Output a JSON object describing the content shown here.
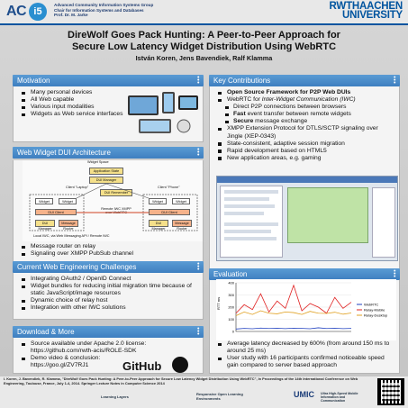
{
  "header": {
    "acis_text": "AC",
    "acis_badge": "i5",
    "group_lines": [
      "Advanced Community Information Systems Group",
      "Chair for Information Systems and Databases",
      "Prof. Dr. M. Jarke"
    ],
    "university_line1": "RWTHAACHEN",
    "university_line2": "UNIVERSITY"
  },
  "title_line1": "DireWolf Goes Pack Hunting: A Peer-to-Peer Approach for",
  "title_line2": "Secure Low Latency Widget Distribution Using WebRTC",
  "authors": "István Koren, Jens Bavendiek, Ralf Klamma",
  "motivation": {
    "heading": "Motivation",
    "items": [
      "Many personal devices",
      "All Web capable",
      "Various input modalities",
      "Widgets as Web service interfaces"
    ]
  },
  "architecture": {
    "heading": "Web Widget DUI Architecture",
    "diagram": {
      "widget_space": "Widget Space",
      "app_state": "Application State",
      "dui_manager": "DUI Manager",
      "dui_remember": "DUI Remember",
      "client_laptop": "Client \"Laptop\"",
      "client_phone": "Client \"Phone\"",
      "widget": "Widget",
      "dui_client": "DUI Client",
      "message_router": "Message Router",
      "remote_iwc": "Remote IWC XMPP over WebRTC",
      "legend": "Local IWC, via Web Messaging API / Remote IWC"
    },
    "items": [
      "Message router on relay",
      "Signaling over XMPP PubSub channel"
    ]
  },
  "challenges": {
    "heading": "Current Web Engineering Challenges",
    "items": [
      "Integrating OAuth2 / OpenID Connect",
      "Widget bundles for reducing initial migration time because of static JavaScript/image resources",
      "Dynamic choice of relay host",
      "Integration with other IWC solutions"
    ]
  },
  "download": {
    "heading": "Download & More",
    "items": [
      "Source available under Apache 2.0 license: https://github.com/rwth-acis/ROLE-SDK",
      "Demo video & conclusion: https://goo.gl/ZV7RJ1"
    ],
    "github_label": "GitHub"
  },
  "contributions": {
    "heading": "Key Contributions",
    "item1": "Open Source Framework for P2P Web DUIs",
    "item2_prefix": "WebRTC for ",
    "item2_ital": "Inter-Widget Communication (IWC)",
    "sub1": "Direct P2P connections between browsers",
    "sub2_bold": "Fast",
    "sub2_rest": " event transfer between remote widgets",
    "sub3_bold": "Secure",
    "sub3_rest": " message exchange",
    "rest": [
      "XMPP Extension Protocol for DTLS/SCTP signaling over Jingle (XEP-0343)",
      "State-consistent, adaptive session migration",
      "Rapid development based on HTML5",
      "New application areas, e.g. gaming"
    ]
  },
  "evaluation": {
    "heading": "Evaluation",
    "items": [
      "Average latency decreased by 600% (from around 150 ms to around 25 ms)",
      "User study with 16 participants confirmed noticeable speed gain compared to server based approach"
    ]
  },
  "chart_data": {
    "type": "line",
    "title": "",
    "xlabel": "",
    "ylabel": "RTT ms",
    "ylim": [
      0,
      400
    ],
    "yticks": [
      "400",
      "300",
      "200",
      "100",
      "0"
    ],
    "legend_position": "top-right",
    "series": [
      {
        "name": "WebRTC",
        "color": "#1f3fbf",
        "values": [
          20,
          25,
          22,
          28,
          24,
          26,
          23,
          27,
          25,
          22,
          30,
          24,
          26,
          23,
          25
        ]
      },
      {
        "name": "Relay-Mobile",
        "color": "#e02020",
        "values": [
          150,
          220,
          180,
          310,
          160,
          250,
          190,
          380,
          170,
          230,
          200,
          150,
          280,
          190,
          240
        ]
      },
      {
        "name": "Relay-Desktop",
        "color": "#e0a020",
        "values": [
          130,
          160,
          140,
          170,
          150,
          145,
          160,
          155,
          140,
          165,
          150,
          148,
          158,
          142,
          152
        ]
      }
    ]
  },
  "footer": {
    "citation": "I. Koren, J. Bavendiek, R. Klamma, \"DireWolf Goes Pack Hunting: A Peer-to-Peer Approach for Secure Low Latency Widget Distribution Using WebRTC\", In Proceedings of the 14th International Conference on Web Engineering, Toulouse, France, July 1-4, 2014. Springer Lecture Notes in Computer Science 2014",
    "logos": [
      "Learning Layers",
      "Responsive Open Learning Environments",
      "UMIC",
      "Ultra High-Speed Mobile Information and Communication"
    ]
  }
}
